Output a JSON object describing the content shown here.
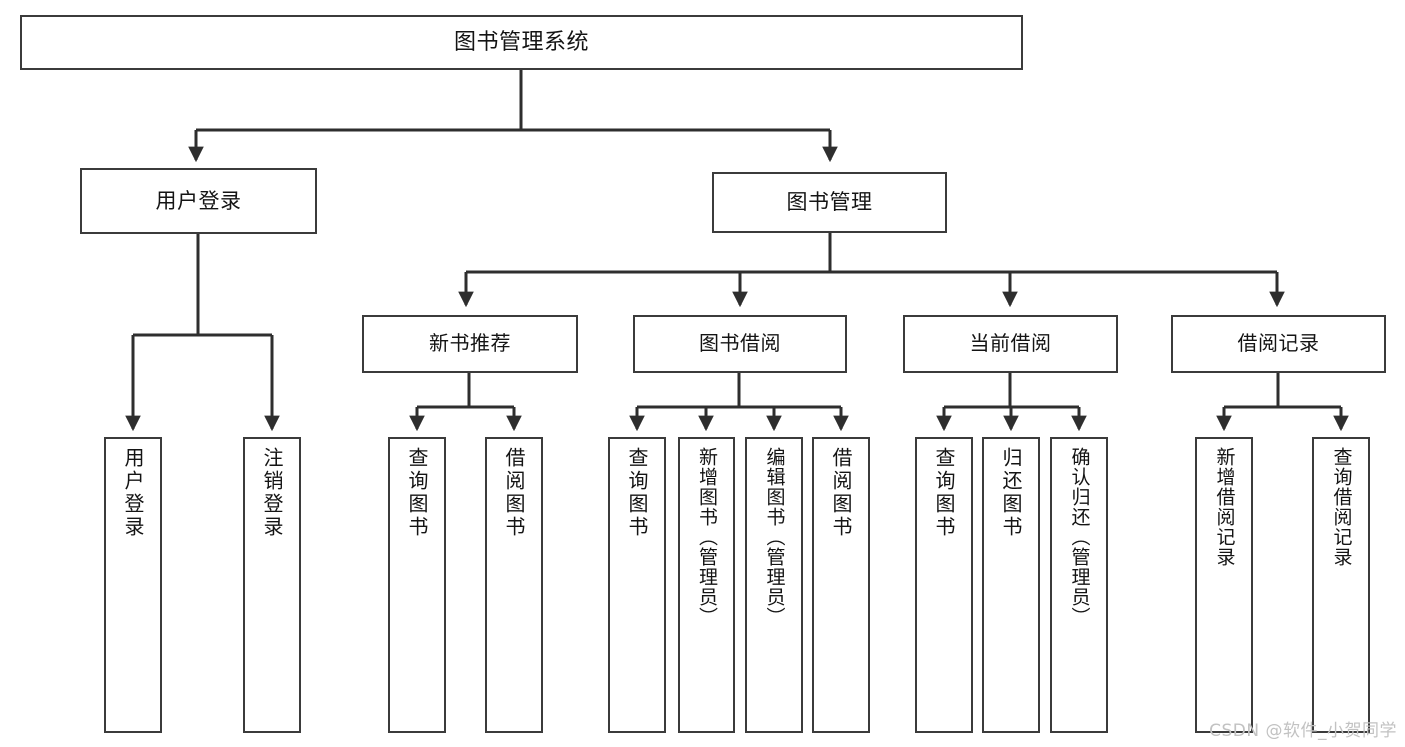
{
  "diagram": {
    "title": "图书管理系统",
    "watermark": "CSDN @软件_小贺同学",
    "colors": {
      "box_border": "#3b3b3b",
      "box_fill": "#ffffff",
      "edge": "#2e2e2e",
      "text": "#141414",
      "watermark": "#c2c2c2",
      "background": "#ffffff"
    },
    "root": {
      "label": "图书管理系统"
    },
    "level1": [
      {
        "label": "用户登录"
      },
      {
        "label": "图书管理"
      }
    ],
    "level2": [
      {
        "label": "新书推荐"
      },
      {
        "label": "图书借阅"
      },
      {
        "label": "当前借阅"
      },
      {
        "label": "借阅记录"
      }
    ],
    "leaves": {
      "user_login": [
        {
          "label": "用户登录"
        },
        {
          "label": "注销登录"
        }
      ],
      "new_book_recommend": [
        {
          "label": "查询图书"
        },
        {
          "label": "借阅图书"
        }
      ],
      "book_borrow": [
        {
          "label": "查询图书"
        },
        {
          "label": "新增图书（管理员）"
        },
        {
          "label": "编辑图书（管理员）"
        },
        {
          "label": "借阅图书"
        }
      ],
      "current_borrow": [
        {
          "label": "查询图书"
        },
        {
          "label": "归还图书"
        },
        {
          "label": "确认归还（管理员）"
        }
      ],
      "borrow_record": [
        {
          "label": "新增借阅记录"
        },
        {
          "label": "查询借阅记录"
        }
      ]
    }
  }
}
